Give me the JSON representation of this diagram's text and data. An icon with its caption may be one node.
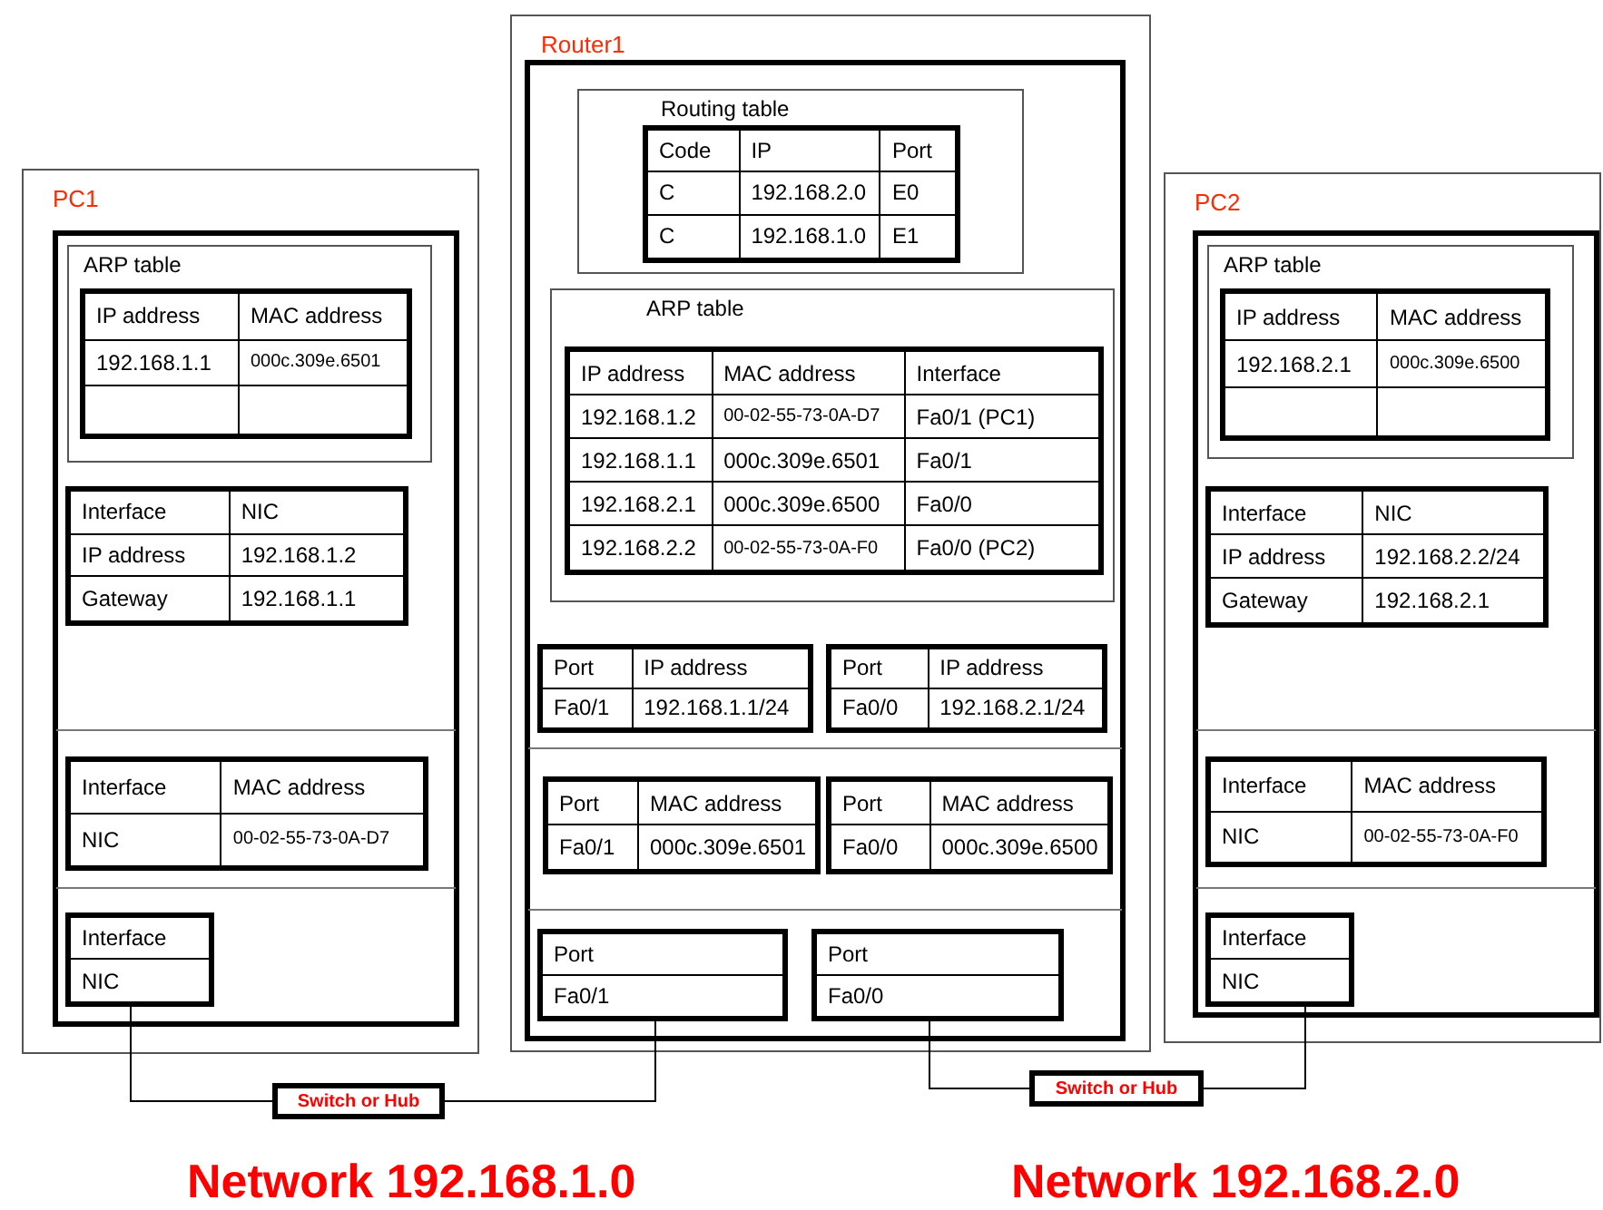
{
  "diagram": {
    "nodes": [
      {
        "text": [
          "PC1"
        ]
      },
      {
        "text": [
          "ARP table"
        ],
        "in": 0
      },
      {
        "text": [
          "IP address",
          "MAC address",
          "192.168.1.1",
          "000c.309e.6501"
        ],
        "in": 1
      },
      {
        "text": [
          "Interface",
          "NIC",
          "IP address",
          "192.168.1.2",
          "Gateway",
          "192.168.1.1"
        ],
        "in": 0
      },
      {
        "text": [
          "Interface",
          "MAC address",
          "NIC",
          "00-02-55-73-0A-D7"
        ],
        "in": 0
      },
      {
        "text": [
          "Interface",
          "NIC"
        ],
        "in": 0
      },
      {
        "text": [
          "Router1"
        ]
      },
      {
        "text": [
          "Routing table"
        ],
        "in": 6
      },
      {
        "text": [
          "Code",
          "IP",
          "Port",
          "C",
          "192.168.2.0",
          "E0",
          "C",
          "192.168.1.0",
          "E1"
        ],
        "in": 7
      },
      {
        "text": [
          "ARP table"
        ],
        "in": 6
      },
      {
        "text": [
          "IP address",
          "MAC address",
          "Interface",
          "192.168.1.2",
          "00-02-55-73-0A-D7",
          "Fa0/1  (PC1)",
          "192.168.1.1",
          "000c.309e.6501",
          "Fa0/1",
          "192.168.2.1",
          "000c.309e.6500",
          "Fa0/0",
          "192.168.2.2",
          "00-02-55-73-0A-F0",
          "Fa0/0 (PC2)"
        ],
        "in": 9
      },
      {
        "text": [
          "Port",
          "IP address",
          "Fa0/1",
          "192.168.1.1/24"
        ],
        "in": 6
      },
      {
        "text": [
          "Port",
          "IP address",
          "Fa0/0",
          "192.168.2.1/24"
        ],
        "in": 6
      },
      {
        "text": [
          "Port",
          "MAC address",
          "Fa0/1",
          "000c.309e.6501"
        ],
        "in": 6
      },
      {
        "text": [
          "Port",
          "MAC address",
          "Fa0/0",
          "000c.309e.6500"
        ],
        "in": 6
      },
      {
        "text": [
          "Port",
          "Fa0/1"
        ],
        "in": 6
      },
      {
        "text": [
          "Port",
          "Fa0/0"
        ],
        "in": 6
      },
      {
        "text": [
          "PC2"
        ]
      },
      {
        "text": [
          "ARP table"
        ],
        "in": 17
      },
      {
        "text": [
          "IP address",
          "MAC address",
          "192.168.2.1",
          "000c.309e.6500"
        ],
        "in": 18
      },
      {
        "text": [
          "Interface",
          "NIC",
          "IP address",
          "192.168.2.2/24",
          "Gateway",
          "192.168.2.1"
        ],
        "in": 17
      },
      {
        "text": [
          "Interface",
          "MAC address",
          "NIC",
          "00-02-55-73-0A-F0"
        ],
        "in": 17
      },
      {
        "text": [
          "Interface",
          "NIC"
        ],
        "in": 17
      },
      {
        "text": [
          "Switch or Hub"
        ]
      },
      {
        "text": [
          "Switch or Hub"
        ]
      }
    ],
    "edges": [
      {
        "from": 5,
        "to": 23,
        "arrow": "none"
      },
      {
        "from": 15,
        "to": 23,
        "arrow": "none"
      },
      {
        "from": 16,
        "to": 24,
        "arrow": "none"
      },
      {
        "from": 22,
        "to": 24,
        "arrow": "none"
      }
    ],
    "labels": [
      "Network 192.168.1.0",
      "Network 192.168.2.0"
    ]
  }
}
